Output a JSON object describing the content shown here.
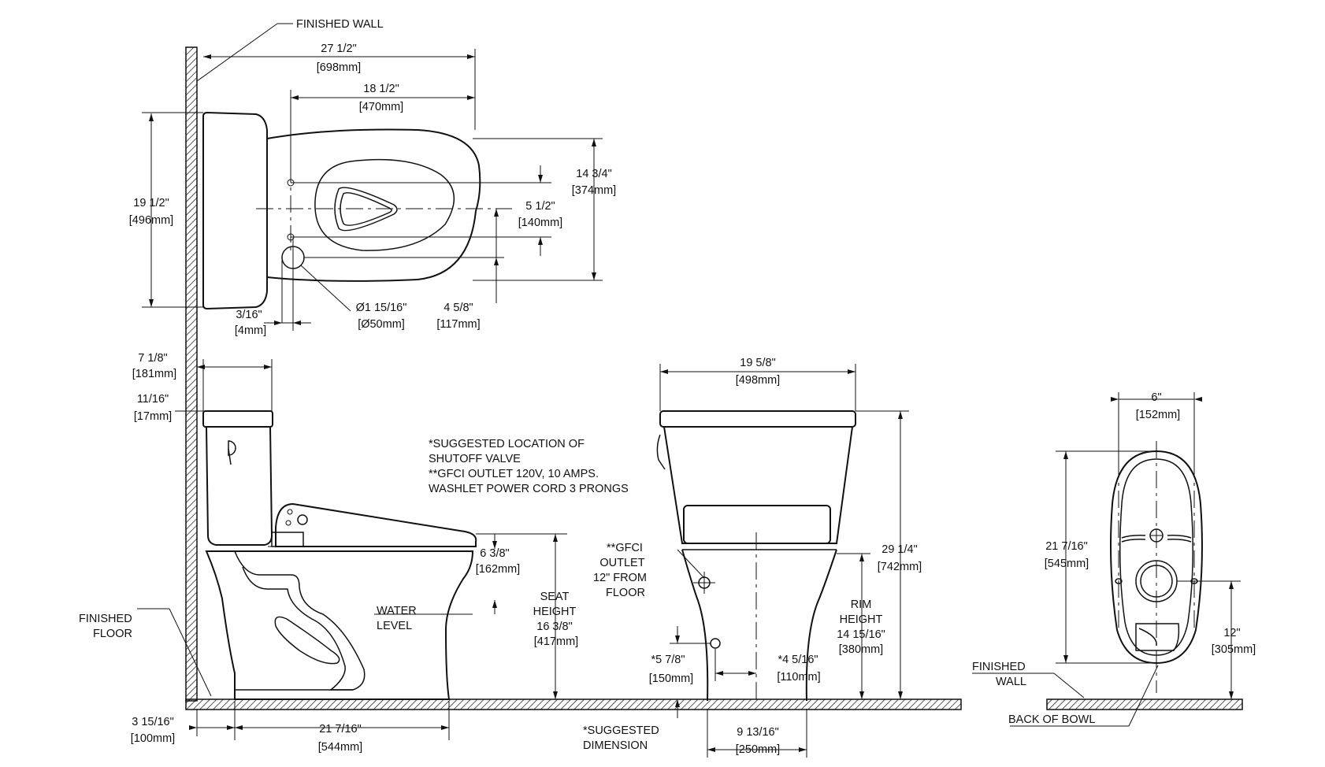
{
  "labels": {
    "finished_wall_top": "FINISHED WALL",
    "finished_floor": [
      "FINISHED",
      "FLOOR"
    ],
    "water_level": [
      "WATER",
      "LEVEL"
    ],
    "seat_height": [
      "SEAT",
      "HEIGHT",
      "16 3/8\"",
      "[417mm]"
    ],
    "rim_height": [
      "RIM",
      "HEIGHT",
      "14 15/16\"",
      "[380mm]"
    ],
    "gfci_outlet": [
      "**GFCI",
      "OUTLET",
      "12\" FROM",
      "FLOOR"
    ],
    "suggested_dimension": [
      "*SUGGESTED",
      "DIMENSION"
    ],
    "finished_wall_right": [
      "FINISHED",
      "WALL"
    ],
    "back_of_bowl": "BACK OF BOWL"
  },
  "notes": [
    "*SUGGESTED LOCATION OF",
    "SHUTOFF VALVE",
    "**GFCI OUTLET 120V, 10 AMPS.",
    "WASHLET POWER CORD 3 PRONGS"
  ],
  "dimensions": {
    "top_overall_length": [
      "27 1/2\"",
      "[698mm]"
    ],
    "top_wall_to_holes": [
      "18 1/2\"",
      "[470mm]"
    ],
    "top_tank_width": [
      "19 1/2\"",
      "[496mm]"
    ],
    "top_bowl_width": [
      "14 3/4\"",
      "[374mm]"
    ],
    "top_hole_spacing": [
      "5 1/2\"",
      "[140mm]"
    ],
    "top_supply_offset": [
      "4 5/8\"",
      "[117mm]"
    ],
    "top_supply_diameter": [
      "Ø1 15/16\"",
      "[Ø50mm]"
    ],
    "top_supply_gap": [
      "3/16\"",
      "[4mm]"
    ],
    "side_tank_depth": [
      "7 1/8\"",
      "[181mm]"
    ],
    "side_tank_gap": [
      "11/16\"",
      "[17mm]"
    ],
    "side_water_level": [
      "6 3/8\"",
      "[162mm]"
    ],
    "side_rough_in": [
      "3 15/16\"",
      "[100mm]"
    ],
    "side_bowl_length": [
      "21 7/16\"",
      "[544mm]"
    ],
    "front_tank_width": [
      "19 5/8\"",
      "[498mm]"
    ],
    "front_overall_height": [
      "29 1/4\"",
      "[742mm]"
    ],
    "front_valve_height": [
      "*5 7/8\"",
      "[150mm]"
    ],
    "front_valve_offset": [
      "*4 5/16\"",
      "[110mm]"
    ],
    "front_base_width": [
      "9 13/16\"",
      "[250mm]"
    ],
    "bottom_bolt_spacing": [
      "6\"",
      "[152mm]"
    ],
    "bottom_length": [
      "21 7/16\"",
      "[545mm]"
    ],
    "bottom_outlet_to_back": [
      "12\"",
      "[305mm]"
    ]
  }
}
